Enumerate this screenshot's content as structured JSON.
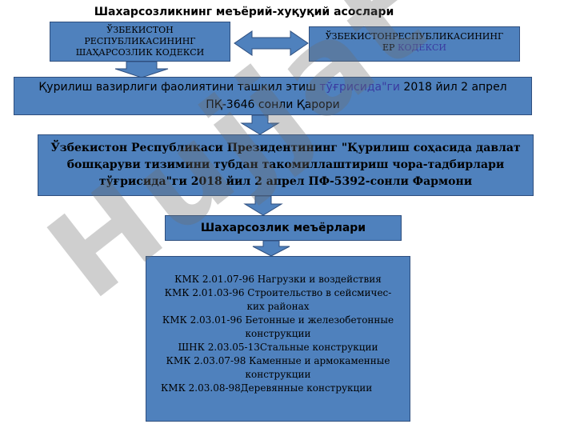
{
  "title": "Шахарсозликнинг меъёрий-хуқуқий асослари",
  "boxes": {
    "code_left": [
      "ЎЗБЕКИСТОН",
      "РЕСПУБЛИКАСИНИНГ",
      "ШАҲАРСОЗЛИК КОДЕКСИ"
    ],
    "code_right_line1": "ЎЗБЕКИСТОНРЕСПУБЛИКАСИНИНГ",
    "code_right_line2_a": "ЕР ",
    "code_right_line2_b": "КОДЕКСИ",
    "resolution_a": "Қурилиш вазирлиги фаолиятини ташкил этиш ",
    "resolution_b": "тўғрисида\"ги",
    "resolution_c": " 2018 йил 2 апрел ПҚ-3646 сонли Қарори",
    "decree": "Ўзбекистон Республикаси Президентининг \"Қурилиш соҳасида давлат бошқаруви тизимини тубдан такомиллаштириш чора-тадбирлари тўғрисида\"ги 2018 йил 2 апрел ПФ-5392-сонли Фармони",
    "norms": "Шахарсозлик меъёрлари",
    "norm_list": [
      "КМК 2.01.07-96 Нагрузки и воздействия",
      "КМК 2.01.03-96 Строительство в сейсмичес-",
      "ких районах",
      "КМК 2.03.01-96 Бетонные и железобетонные",
      "конструкции",
      "ШНК 2.03.05-13Стальные конструкции",
      "КМК 2.03.07-98 Каменные и армокаменные",
      "конструкции",
      "КМК 2.03.08-98Деревянные конструкции"
    ]
  },
  "watermark": "Hujjat",
  "colors": {
    "box_fill": "#4f81bd",
    "box_border": "#2f4f7f",
    "arrow_fill": "#4f81bd",
    "highlight": "#3a3aa0"
  }
}
